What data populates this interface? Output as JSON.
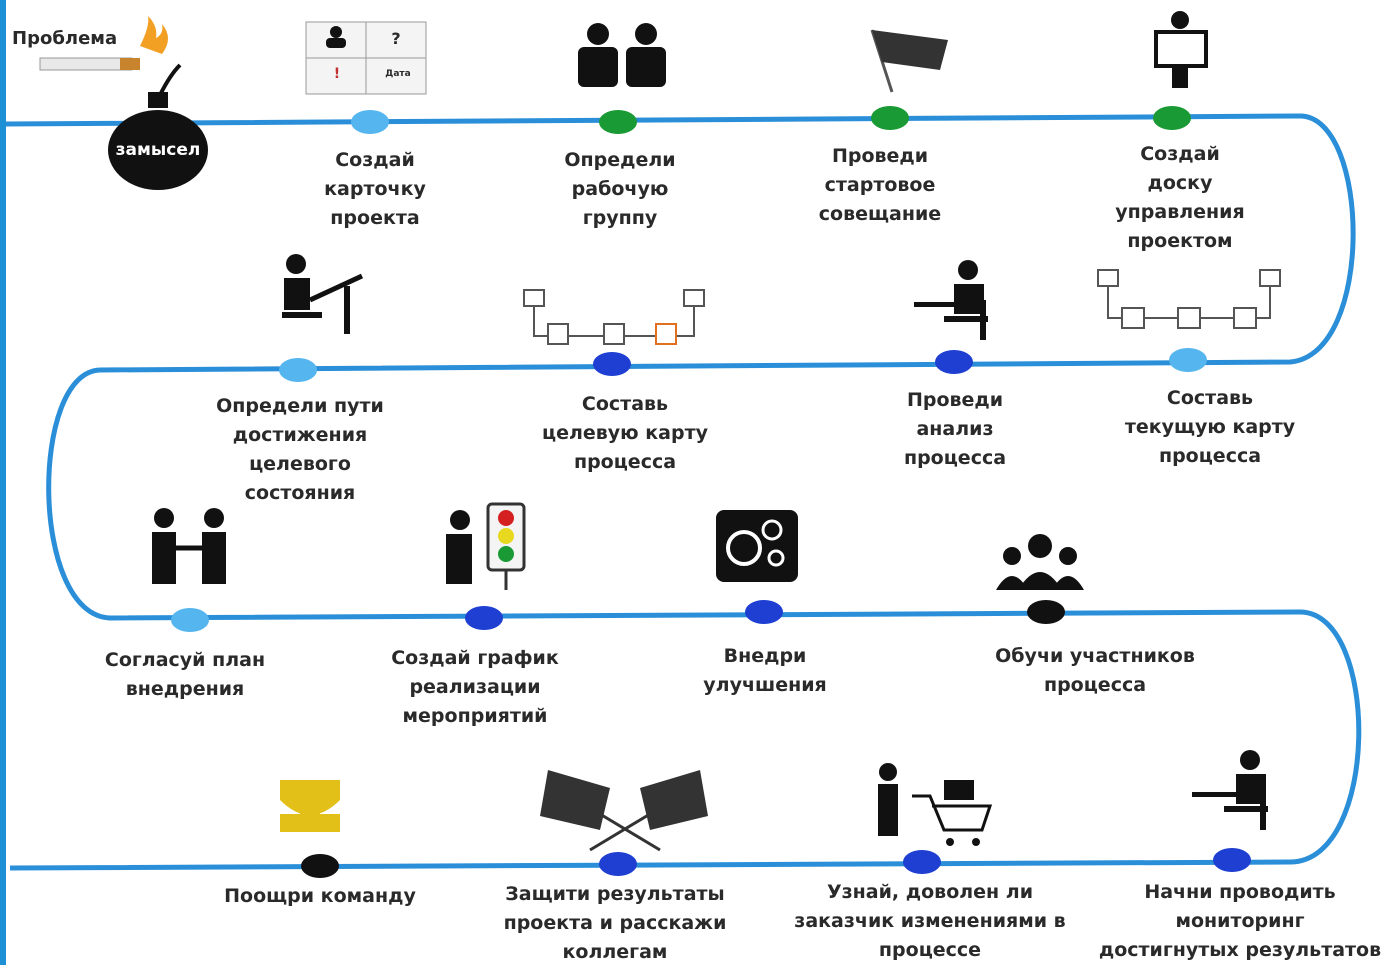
{
  "problem_label": "Проблема",
  "bomb_label": "замысел",
  "card": {
    "q": "?",
    "ex": "!",
    "d": "Дата"
  },
  "colors": {
    "light": "#55b5ee",
    "green": "#1a9a35",
    "blue": "#1e3fd1",
    "black": "#111111",
    "line": "#2a8fd8"
  },
  "steps": [
    {
      "label": "Создай\nкарточку\nпроекта",
      "color": "light"
    },
    {
      "label": "Определи\nрабочую\nгруппу",
      "color": "green"
    },
    {
      "label": "Проведи\nстартовое\nсовещание",
      "color": "green"
    },
    {
      "label": "Создай\nдоску\nуправления\nпроектом",
      "color": "green"
    },
    {
      "label": "Составь\nтекущую карту\nпроцесса",
      "color": "light"
    },
    {
      "label": "Проведи\nанализ\nпроцесса",
      "color": "blue"
    },
    {
      "label": "Составь\nцелевую карту\nпроцесса",
      "color": "blue"
    },
    {
      "label": "Определи пути\nдостижения\nцелевого\nсостояния",
      "color": "light"
    },
    {
      "label": "Согласуй план\nвнедрения",
      "color": "light"
    },
    {
      "label": "Создай график\nреализации\nмероприятий",
      "color": "blue"
    },
    {
      "label": "Внедри\nулучшения",
      "color": "blue"
    },
    {
      "label": "Обучи участников\nпроцесса",
      "color": "black"
    },
    {
      "label": "Начни проводить\nмониторинг\nдостигнутых результатов",
      "color": "blue"
    },
    {
      "label": "Узнай, доволен ли\nзаказчик изменениями в\nпроцессе",
      "color": "blue"
    },
    {
      "label": "Защити результаты\nпроекта и расскажи\nколлегам",
      "color": "blue"
    },
    {
      "label": "Поощри команду",
      "color": "black"
    }
  ]
}
